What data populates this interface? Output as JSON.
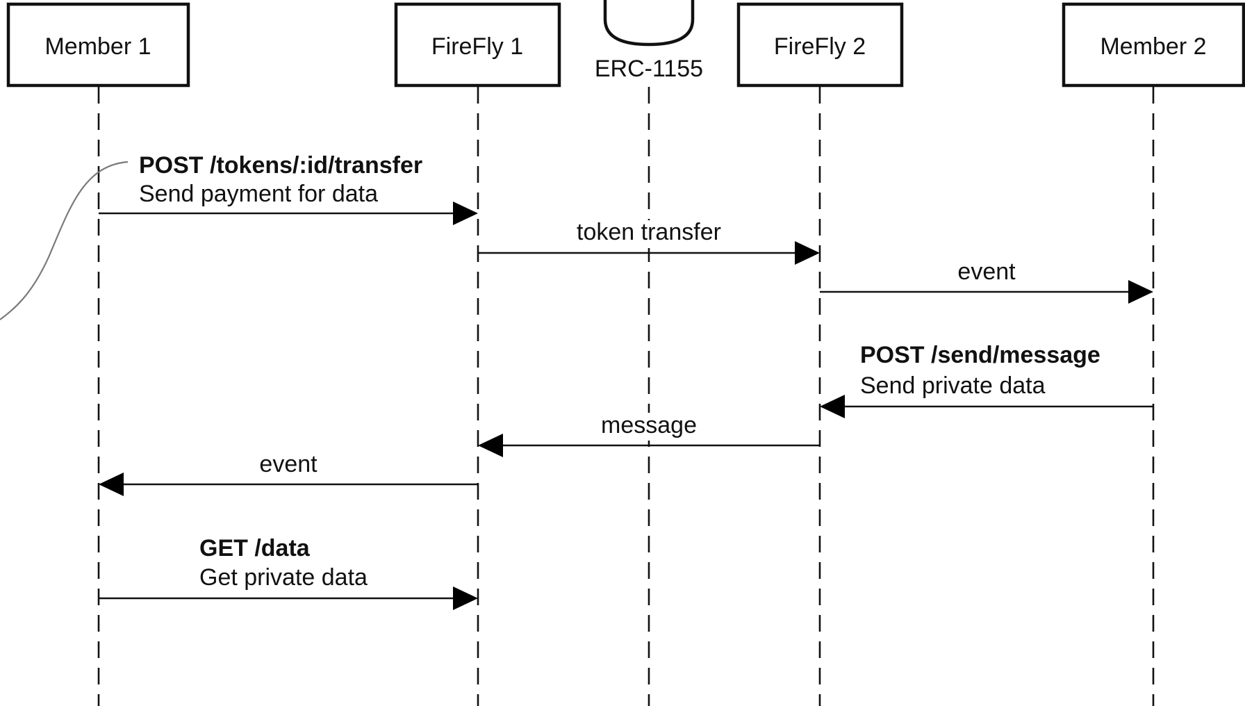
{
  "participants": [
    {
      "id": "member1",
      "label": "Member 1"
    },
    {
      "id": "firefly1",
      "label": "FireFly 1"
    },
    {
      "id": "erc1155",
      "label": "ERC-1155"
    },
    {
      "id": "firefly2",
      "label": "FireFly 2"
    },
    {
      "id": "member2",
      "label": "Member 2"
    }
  ],
  "messages": [
    {
      "from": "member1",
      "to": "firefly1",
      "title": "POST /tokens/:id/transfer",
      "text": "Send payment for data"
    },
    {
      "from": "firefly1",
      "to": "firefly2",
      "title": "",
      "text": "token transfer"
    },
    {
      "from": "firefly2",
      "to": "member2",
      "title": "",
      "text": "event"
    },
    {
      "from": "member2",
      "to": "firefly2",
      "title": "POST /send/message",
      "text": "Send private data"
    },
    {
      "from": "firefly2",
      "to": "firefly1",
      "title": "",
      "text": "message"
    },
    {
      "from": "firefly1",
      "to": "member1",
      "title": "",
      "text": "event"
    },
    {
      "from": "member1",
      "to": "firefly1",
      "title": "GET /data",
      "text": "Get private data"
    }
  ]
}
